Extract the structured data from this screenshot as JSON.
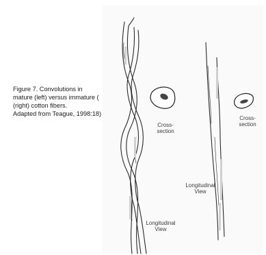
{
  "figure": {
    "caption_lines": [
      "Figure 7. Convolutions in",
      "mature (left) versus immature (",
      "(right) cotton fibers.",
      "Adapted from Teague, 1998:18)"
    ]
  },
  "illustration": {
    "left": {
      "cross_section_label": "Cross-section",
      "longitudinal_label_lines": [
        "Longitudinal",
        "View"
      ]
    },
    "right": {
      "cross_section_label": "Cross-section",
      "longitudinal_label_lines": [
        "Longitudinal",
        "View"
      ]
    }
  }
}
